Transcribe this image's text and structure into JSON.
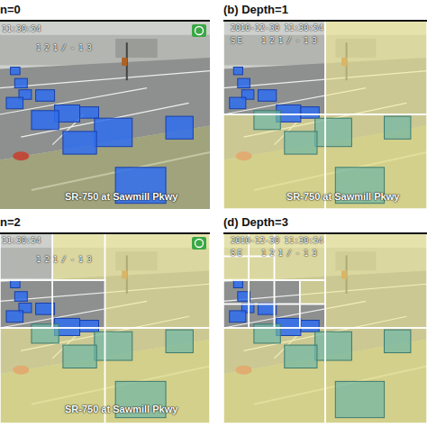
{
  "diagram": {
    "nodes": [
      {
        "text": [
          "n=0"
        ]
      },
      {
        "text": [
          "(b) Depth=1"
        ]
      },
      {
        "text": [
          "n=2"
        ]
      },
      {
        "text": [
          "(d) Depth=3"
        ]
      }
    ],
    "labels": [
      "11:30:54",
      "121/-13",
      "SR-750 at Sawmill Pkwy",
      "2010-12-30 11:30:54",
      "SE",
      "121/-13",
      "SR-750 at Sawmill Pkwy",
      "11:30:54",
      "121/-13",
      "SR-750 at Sawmill Pkwy",
      "2010-12-30 11:30:54",
      "SE",
      "121/-13"
    ]
  }
}
